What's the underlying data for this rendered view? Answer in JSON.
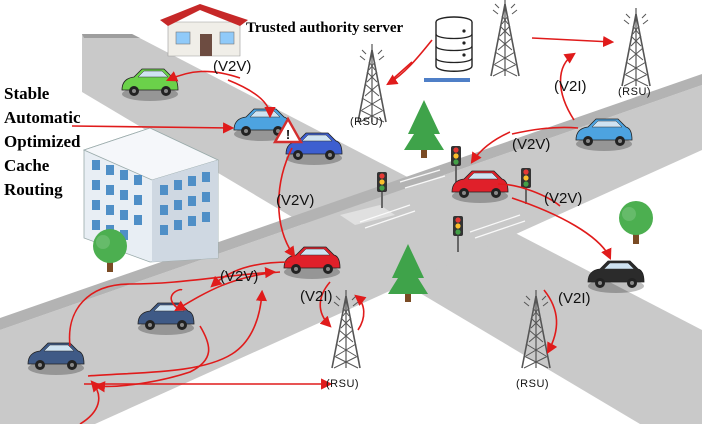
{
  "scheme_label": [
    "Stable",
    "Automatic",
    "Optimized",
    "Cache",
    "Routing"
  ],
  "server_label": "Trusted authority server",
  "link_labels": {
    "v2v_top": "(V2V)",
    "v2v_right_a": "(V2V)",
    "v2v_right_b": "(V2V)",
    "v2v_mid": "(V2V)",
    "v2v_left": "(V2V)",
    "v2i_top": "(V2I)",
    "v2i_center": "(V2I)",
    "v2i_right": "(V2I)"
  },
  "rsu_labels": {
    "top_center": "(RSU)",
    "top_right": "(RSU)",
    "bottom_center": "(RSU)",
    "bottom_right": "(RSU)"
  },
  "colors": {
    "arrow": "#e01b1b",
    "road": "#c9c9c9",
    "sidewalk": "#b3b3b3",
    "car_blue": "#4da3e0",
    "car_red": "#e0202a",
    "car_green": "#6bd14a",
    "car_navy": "#3f5a86",
    "car_black": "#2b2b2b",
    "tree": "#3fa34a"
  },
  "icons": [
    "house-icon",
    "building-icon",
    "server-icon",
    "tower-icon",
    "traffic-light-icon",
    "tree-icon",
    "warning-icon",
    "car-icon"
  ]
}
